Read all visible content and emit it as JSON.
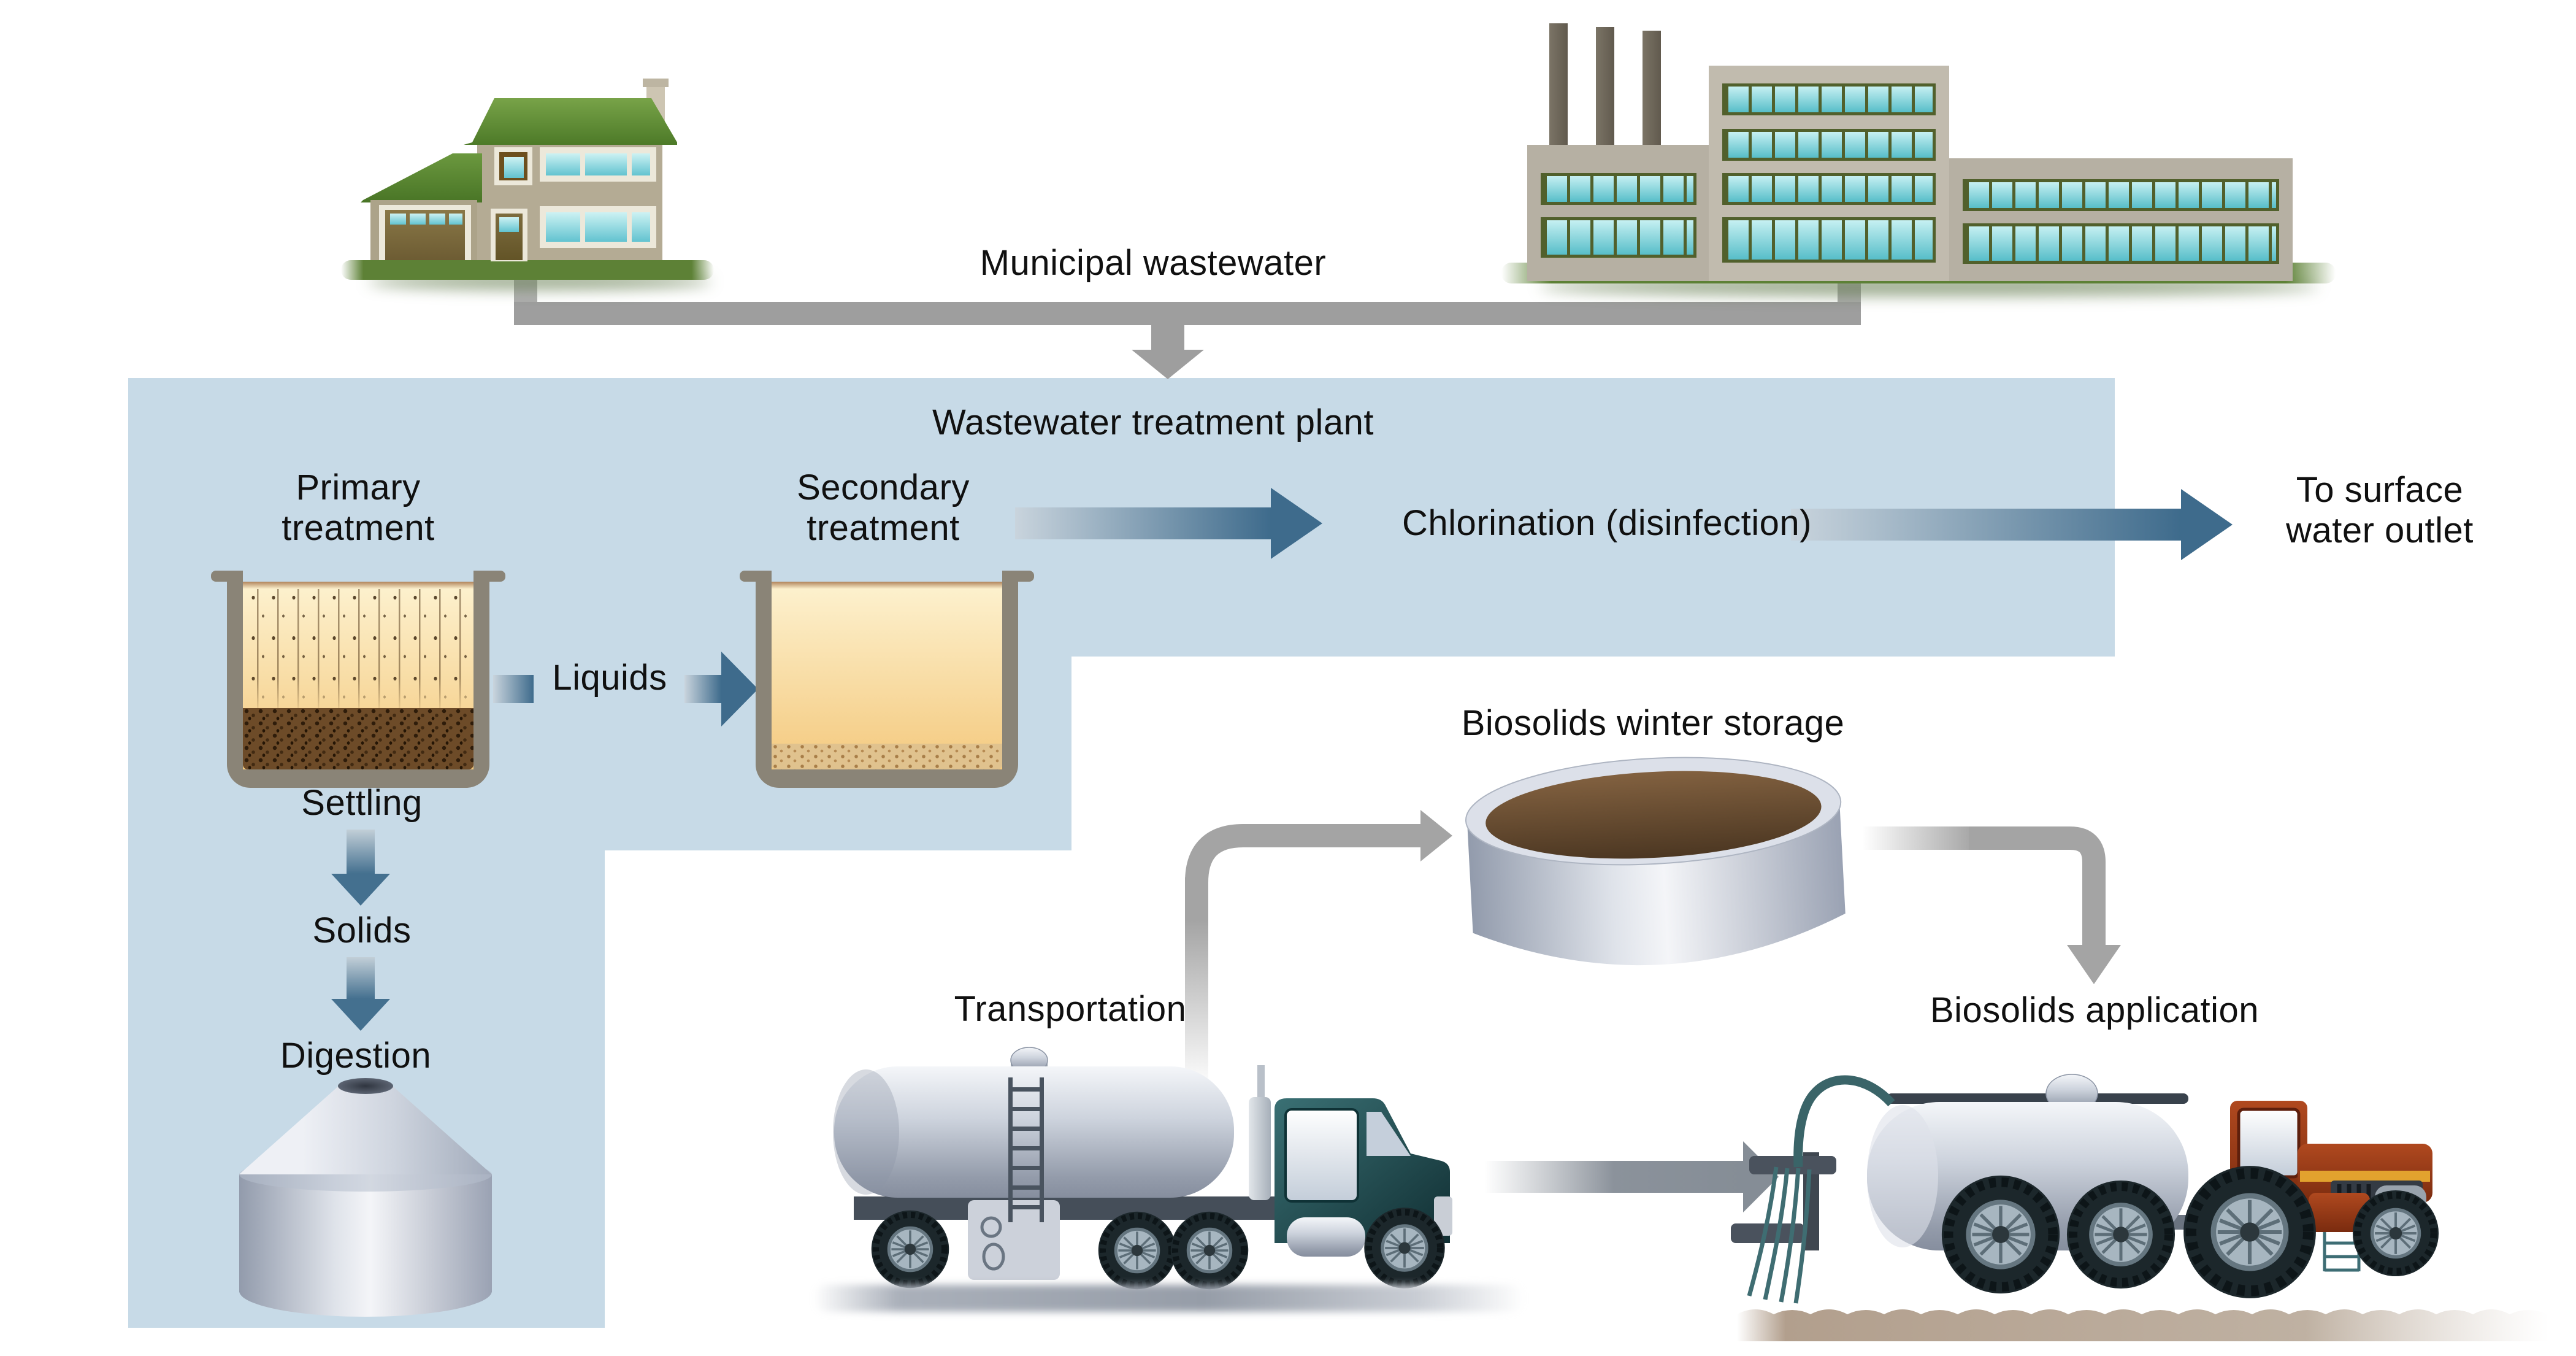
{
  "diagram_title_context": "Municipal wastewater treatment and biosolids flow diagram",
  "labels": {
    "municipal_wastewater": "Municipal wastewater",
    "plant_title": "Wastewater treatment plant",
    "primary_treatment": "Primary\ntreatment",
    "secondary_treatment": "Secondary\ntreatment",
    "chlorination": "Chlorination (disinfection)",
    "to_surface_outlet": "To surface\nwater outlet",
    "liquids": "Liquids",
    "settling": "Settling",
    "solids": "Solids",
    "digestion": "Digestion",
    "winter_storage": "Biosolids winter storage",
    "transportation": "Transportation",
    "application": "Biosolids application"
  },
  "colors": {
    "panel_blue": "#c7dae7",
    "arrow_teal_dark": "#3e6b8c",
    "arrow_teal_light": "#c9d4dd",
    "pipe_gray": "#9e9e9e",
    "text": "#101010",
    "tank_liquid_amber": "#f4c97e",
    "sediment_brown": "#6d4b28",
    "grass_green": "#5d8136",
    "roof_green": "#4d7a28",
    "window_cyan": "#62c3d0",
    "storage_contents_brown": "#5e462c",
    "truck_cab_teal": "#1c4649",
    "tractor_red": "#a8431f",
    "tractor_stripe_yellow": "#e2a22e",
    "soil_brown": "#b29f8d",
    "metal_silver": "#cdd3dd"
  },
  "icons": {
    "house": "house-icon",
    "factory": "factory-icon",
    "primary_tank": "primary-settling-tank-icon",
    "secondary_tank": "secondary-treatment-tank-icon",
    "digester": "digester-tank-icon",
    "storage_tank": "winter-storage-tank-icon",
    "tanker_truck": "tanker-truck-icon",
    "application_rig": "biosolids-applicator-tractor-icon",
    "flow_arrows": [
      "down-arrow-icon",
      "right-arrow-icon",
      "elbow-pipe-icon"
    ]
  }
}
